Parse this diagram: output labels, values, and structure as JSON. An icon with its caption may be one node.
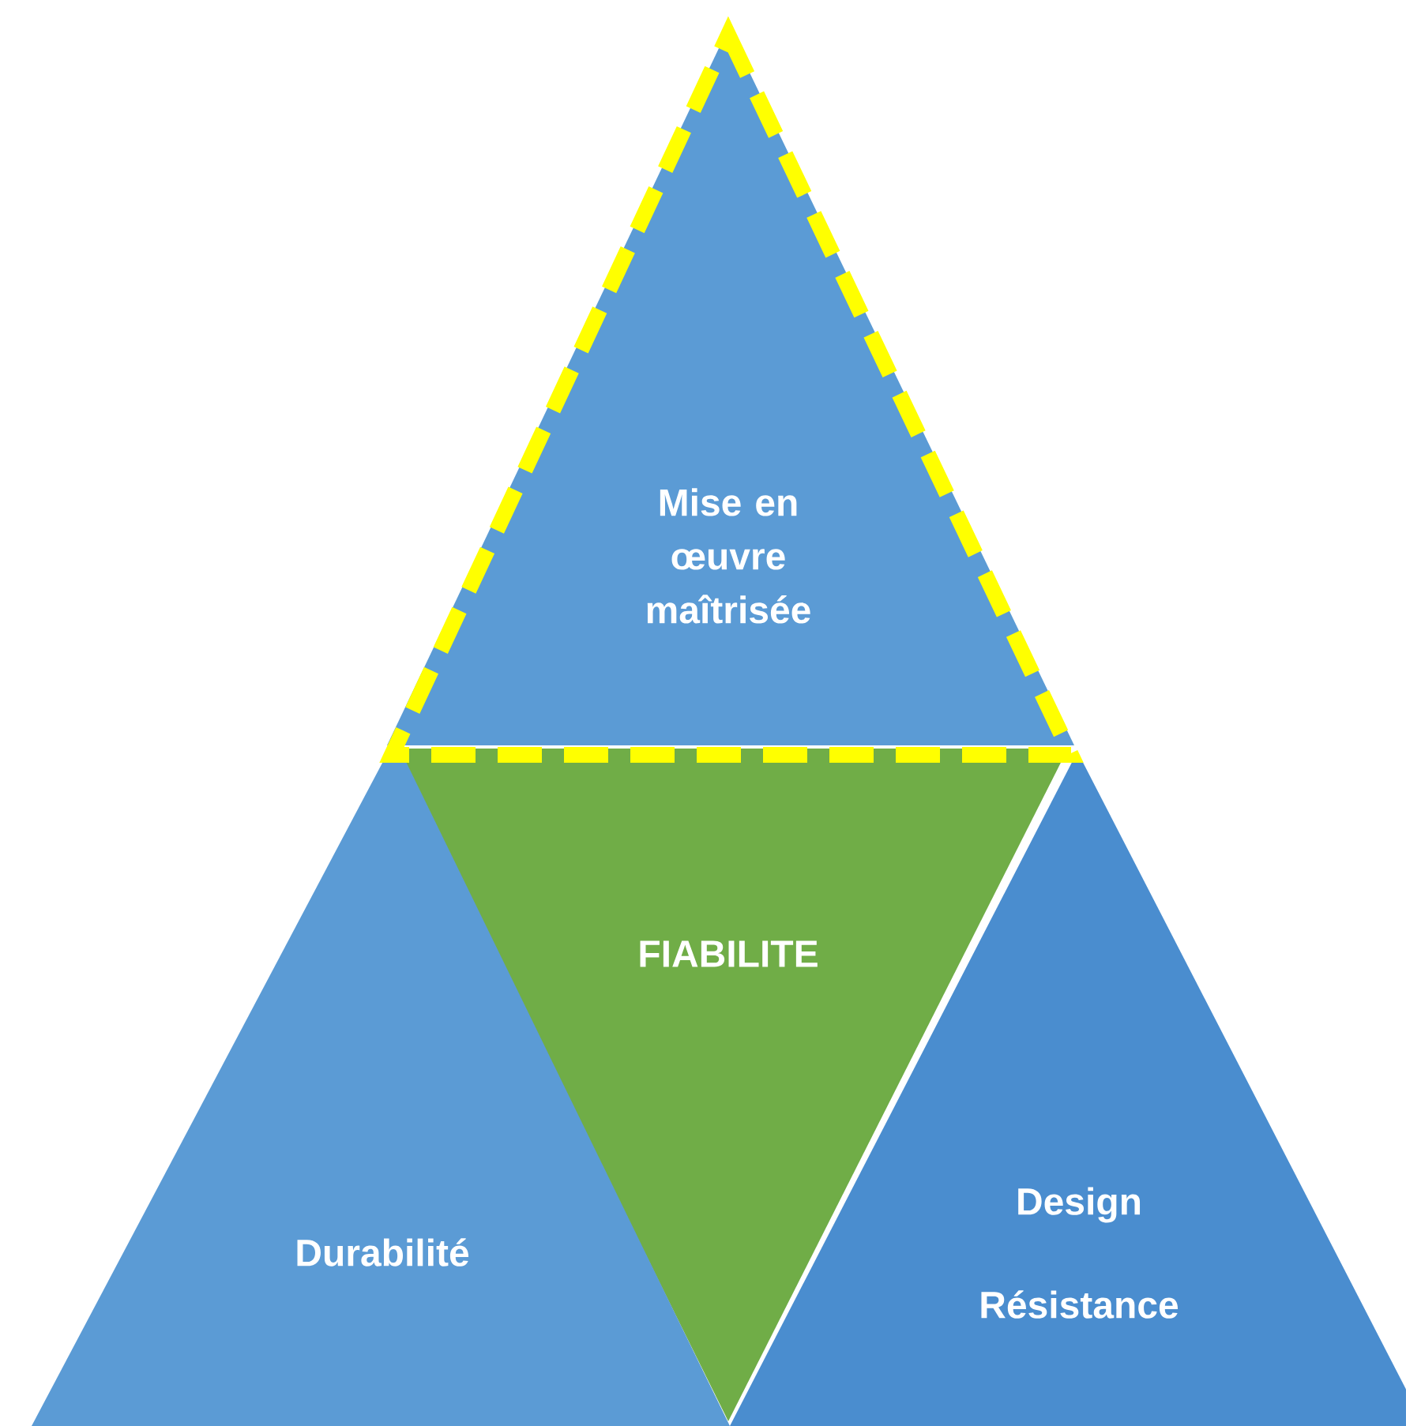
{
  "diagram": {
    "nodes": [
      {
        "text": [
          "Mise en œuvre maîtrisée"
        ]
      },
      {
        "text": [
          "FIABILITE"
        ]
      },
      {
        "text": [
          "Durabilité"
        ]
      },
      {
        "text": [
          "Design",
          "Résistance"
        ]
      }
    ]
  }
}
